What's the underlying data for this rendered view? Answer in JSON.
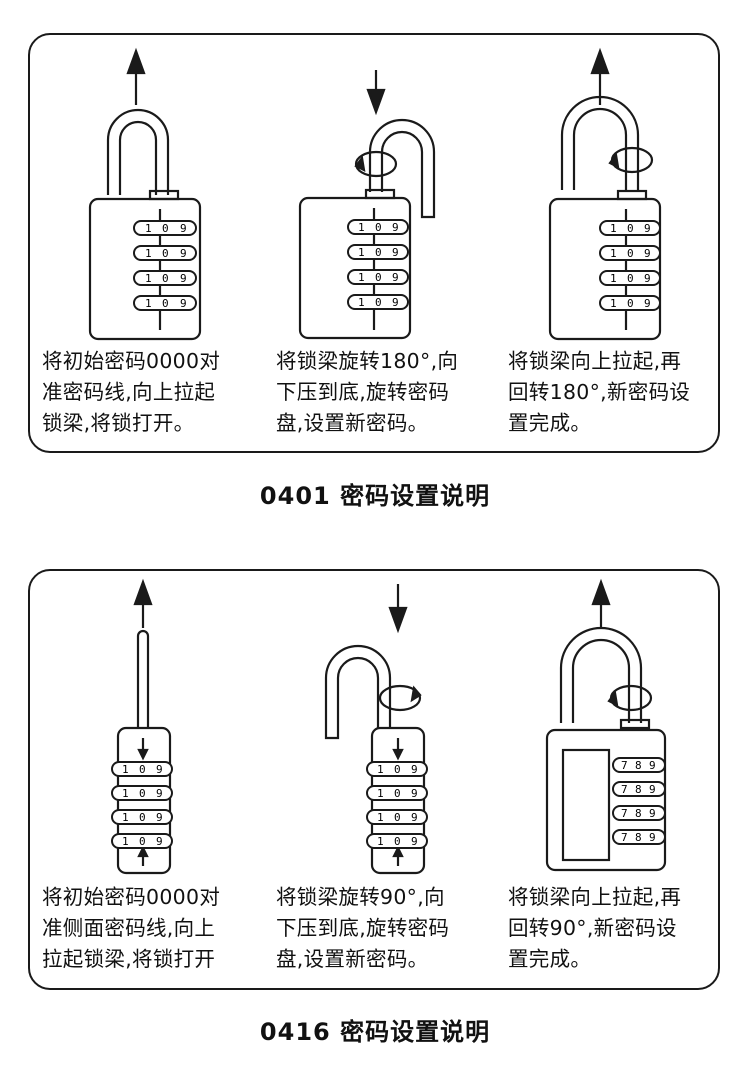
{
  "sections": [
    {
      "title": "0401 密码设置说明",
      "steps": [
        {
          "caption": "将初始密码0000对\n准密码线,向上拉起\n锁梁,将锁打开。",
          "digits": [
            "1",
            "0",
            "9"
          ]
        },
        {
          "caption": "将锁梁旋转180°,向\n下压到底,旋转密码\n盘,设置新密码。",
          "digits": [
            "1",
            "0",
            "9"
          ]
        },
        {
          "caption": "将锁梁向上拉起,再\n回转180°,新密码设\n置完成。",
          "digits": [
            "1",
            "0",
            "9"
          ]
        }
      ]
    },
    {
      "title": "0416 密码设置说明",
      "steps": [
        {
          "caption": "将初始密码0000对\n准侧面密码线,向上\n拉起锁梁,将锁打开",
          "digits": [
            "1",
            "0",
            "9"
          ]
        },
        {
          "caption": "将锁梁旋转90°,向\n下压到底,旋转密码\n盘,设置新密码。",
          "digits": [
            "1",
            "0",
            "9"
          ]
        },
        {
          "caption": "将锁梁向上拉起,再\n回转90°,新密码设\n置完成。",
          "digits": [
            "7",
            "8",
            "9"
          ]
        }
      ]
    }
  ],
  "colors": {
    "stroke": "#1a1a1a",
    "background": "#ffffff"
  }
}
